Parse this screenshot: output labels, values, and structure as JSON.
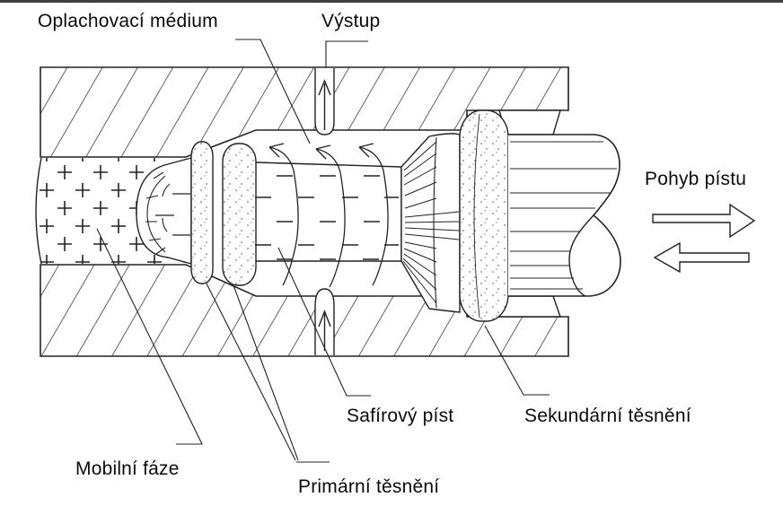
{
  "figure": {
    "labels": {
      "rinse_medium": "Oplachovací médium",
      "outlet": "Výstup",
      "piston_motion": "Pohyb pístu",
      "sapphire_piston": "Safírový píst",
      "secondary_seal": "Sekundární těsnění",
      "mobile_phase": "Mobilní fáze",
      "primary_seal": "Primární těsnění"
    },
    "colors": {
      "line": "#222222",
      "background": "#ffffff",
      "top_rule": "#404040"
    }
  }
}
